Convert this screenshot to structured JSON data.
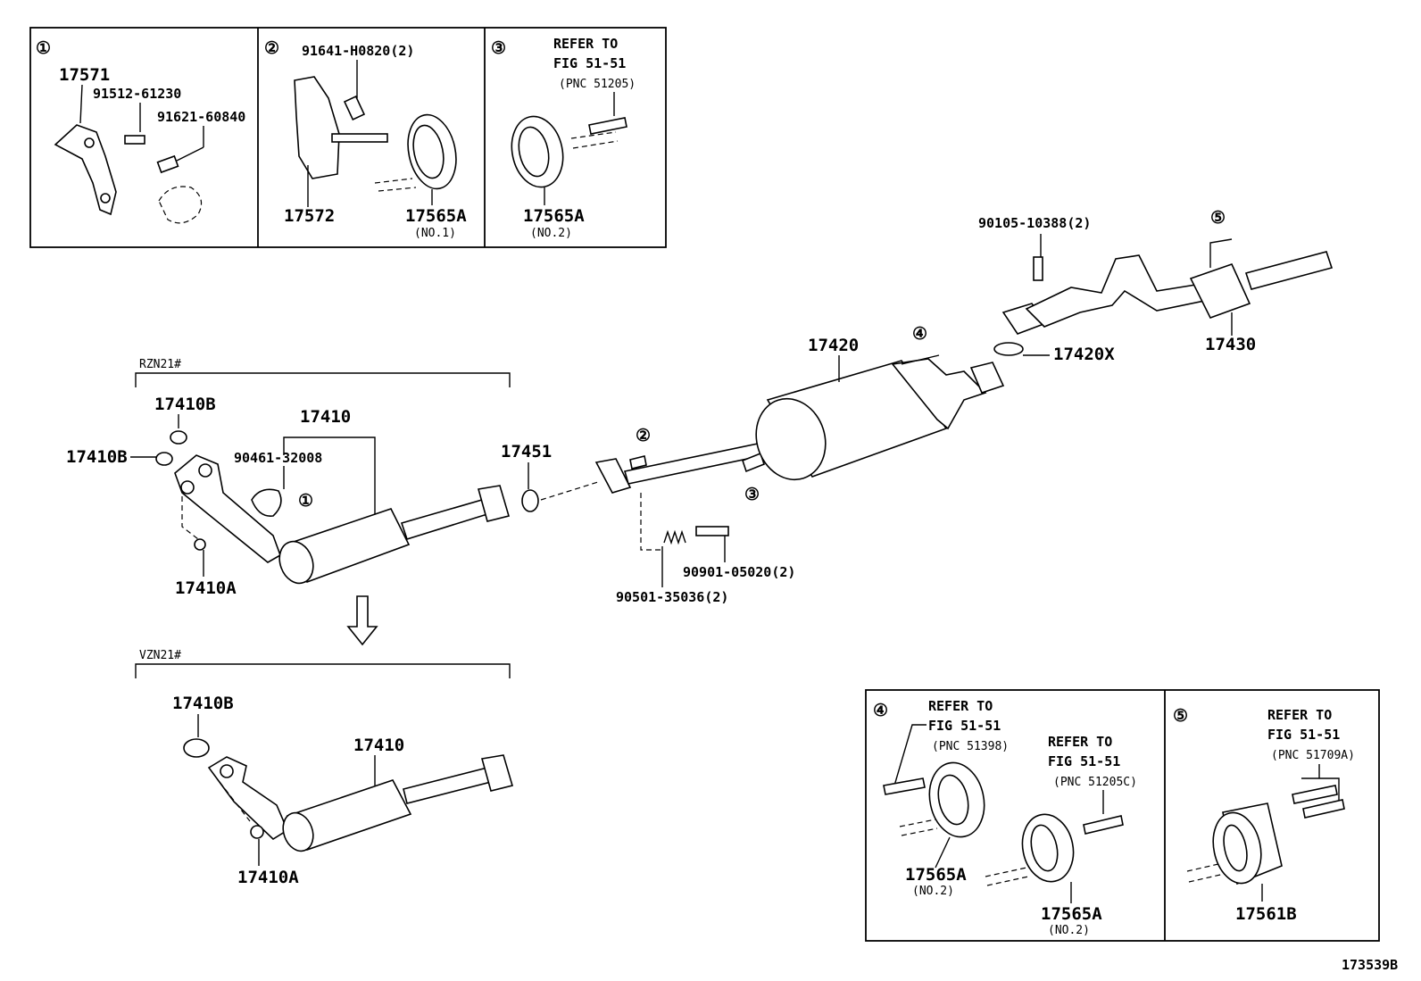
{
  "insets_top": [
    {
      "num": "①",
      "labels": [
        "17571",
        "91512-61230",
        "91621-60840"
      ]
    },
    {
      "num": "②",
      "labels": [
        "91641-H0820(2)",
        "17572",
        "17565A",
        "(NO.1)"
      ]
    },
    {
      "num": "③",
      "labels": [
        "REFER TO",
        "FIG 51-51",
        "(PNC 51205)",
        "17565A",
        "(NO.2)"
      ]
    }
  ],
  "main": {
    "rzn": "RZN21#",
    "vzn": "VZN21#",
    "labels": {
      "p17410b_1": "17410B",
      "p17410b_2": "17410B",
      "p17410_1": "17410",
      "p90461": "90461-32008",
      "c1": "①",
      "p17410a_1": "17410A",
      "p17451": "17451",
      "c2": "②",
      "c3": "③",
      "p90901": "90901-05020(2)",
      "p90501": "90501-35036(2)",
      "p17420": "17420",
      "c4": "④",
      "p17420x": "17420X",
      "p90105": "90105-10388(2)",
      "c5": "⑤",
      "p17430": "17430",
      "p17410b_3": "17410B",
      "p17410_2": "17410",
      "p17410a_2": "17410A"
    }
  },
  "insets_bottom": [
    {
      "num": "④",
      "labels": [
        "REFER TO",
        "FIG 51-51",
        "(PNC 51398)",
        "REFER TO",
        "FIG 51-51",
        "(PNC 51205C)",
        "17565A",
        "(NO.2)",
        "17565A",
        "(NO.2)"
      ]
    },
    {
      "num": "⑤",
      "labels": [
        "REFER TO",
        "FIG 51-51",
        "(PNC 51709A)",
        "17561B"
      ]
    }
  ],
  "figure_id": "173539B"
}
